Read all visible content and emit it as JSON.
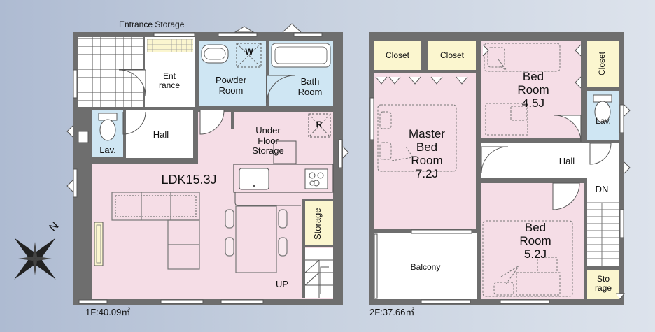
{
  "floor1": {
    "area_label": "1F:40.09㎡",
    "rooms": {
      "entrance_storage": "Entrance Storage",
      "entrance": "Ent\nrance",
      "powder_room": "Powder\nRoom",
      "washer": "W",
      "bath_room": "Bath\nRoom",
      "hall": "Hall",
      "lavatory": "Lav.",
      "under_floor_storage": "Under\nFloor\nStorage",
      "refrigerator": "R",
      "ldk": "LDK15.3J",
      "storage": "Storage",
      "up": "UP"
    }
  },
  "floor2": {
    "area_label": "2F:37.66㎡",
    "rooms": {
      "closet_1": "Closet",
      "closet_2": "Closet",
      "closet_3": "Closet",
      "bed_room_small": "Bed\nRoom\n4.5J",
      "master_bed_room": "Master\nBed\nRoom\n7.2J",
      "lavatory": "Lav.",
      "hall": "Hall",
      "down": "DN",
      "bed_room_mid": "Bed\nRoom\n5.2J",
      "balcony": "Balcony",
      "storage": "Sto\nrage"
    }
  },
  "compass": {
    "north_label": "N"
  },
  "colors": {
    "wall": "#555555",
    "living": "#f5dde6",
    "wet_area": "#cfe6f3",
    "storage": "#fbf6cf",
    "balcony": "#ffffff",
    "floor_tile": "#ffffff"
  }
}
